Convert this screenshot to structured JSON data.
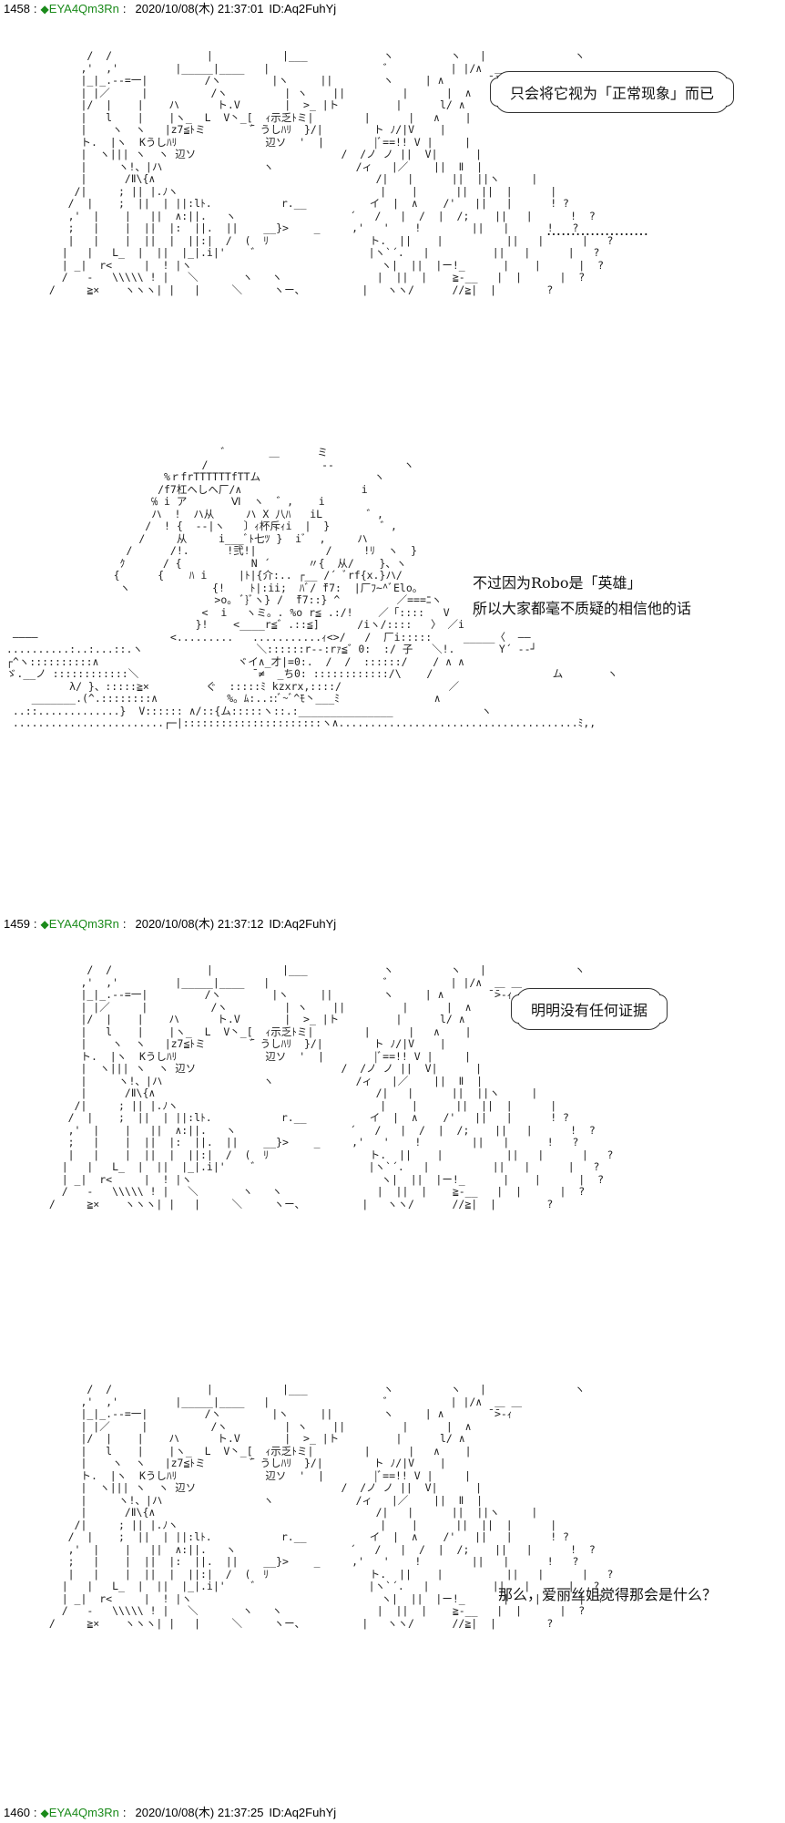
{
  "posts": [
    {
      "number": "1458",
      "name": "EYA4Qm3Rn",
      "date": "2020/10/08(木) 21:37:01",
      "id": "ID:Aq2FuhYj"
    },
    {
      "number": "1459",
      "name": "EYA4Qm3Rn",
      "date": "2020/10/08(木) 21:37:12",
      "id": "ID:Aq2FuhYj"
    },
    {
      "number": "1460",
      "name": "EYA4Qm3Rn",
      "date": "2020/10/08(木) 21:37:25",
      "id": "ID:Aq2FuhYj"
    }
  ],
  "separator": ":",
  "diamond": "◆",
  "dialogue": {
    "p1_bubble": "只会将它视为「正常现象」而已",
    "p1_ellipsis": "…………………",
    "p1_narration_line1": "不过因为Robo是「英雄」",
    "p1_narration_line2": "所以大家都毫不质疑的相信他的话",
    "p2_bubble": "明明没有任何证据",
    "p2_narration": "那么，爱丽丝姐觉得那会是什么？"
  },
  "ascii_art": {
    "figure_a": "        /  /               |           |___            ヽ         ヽ   |              ヽ\n       ,'  ,'         |_____|____   |                  ゛         | |/∧  ＿ ＿\n       |_|_.--=一|         /ヽ        |ヽ     ||        ヽ     | ∧       ̄ ̄>-ｨ\n       | |／     |          /ヽ         | ヽ    ||         |      |  ∧\n       |/  |    |    ハ      ト.V       |  >_ |ト         |      l/ ∧\n       |   l    |    |ヽ_  L  V丶_[  ｨ示乏ﾄミ|        |      |   ∧    |\n       |    ヽ  ヽ   |z7≦ﾄミ       ̄゛うしﾊﾘ  }/|        ト ﾉ/|V    |\n       ト.  |ヽ  Kうしﾊﾘ              辺ソ  '  |        |ﾞ==!! V |     |\n       |  ヽ||| ヽ  ヽ 辺ソ                       /  /ノ ノ ||  V|      |\n       |     ヽ!、|ハ                ヽ             /ィ   |／    ||  Ⅱ  |\n       |      /Ⅱ\\{∧                                   /|   |      ||  ||ヽ     |\n      /|     ; || |.ﾉヽ                                |    |      ||  ||  |      |\n     /  |    ;  ||  | ||:lﾄ.           r.__          イ  |  ∧    /'   ||   |      ! ?\n     ,'  |    |   ||  ∧:||.   ヽ                  ´   /   |  /  |  /;    ||   |      !  ?\n     ;   |    |  ||  |:  ||.  ||    __}>    _     ,'   '    !        ||   |      !   ?\n     |   |    |  ||  |  ||:|  /  (  ﾘ                ト.  ||    |          ||   |      |   ?\n    |   |   L_  |  ||  |_|.i|'    ゛                 |ヽ`´.   |          ||   |      |   ?\n    | _|  r<     |  ! |ヽ                              ヽ|  ||  |ー!_      |    |      |  ?\n    /   -   \\\\\\\\\\ ! |   ＼       ヽ   ヽ               |  ||  |    ≧-__   |  |      |  ?\n  /     ≧×    ヽヽヽ| |   |     ＼     ヽー、         |   ヽヽ/      //≧|  |        ?",
    "figure_b": "                                   ゛      ＿      ミ\n                                /                  --           ヽ\n                          %ｒfrTTTTTTfTTム                  ヽ\n                         /f7杠ヘしヘ厂/∧                   i\n                        ℅ i ア       Ⅵ  ヽ  ゛,    i\n                        ハ  !  ハ从     ハ X 八ﾊ   iL       ゛,\n                       /  ! {  --|ヽ   〕ｨ杯斥ｨi  |  }        ゛,\n                      /     从     i___ﾞﾄ七ﾂ }  iﾞ  ,     ハ\n                    /      /!.      !弐!|           /     !ﾘ  ヽ  }\n                   ｸ      / {           N ´      〃{  从/    }、ヽ\n                  {      {    ﾊ i     |ﾄ|{介:.. ┌__ /´ ﾞrf{x.}ハ/\n                   ヽ             {!    ﾄ|:ii;  ﾊﾞ/ ̄f7:  |厂ﾌ~^ﾞElo。\n                                  >o。 ﾞ}ﾞヽ} /  ̄f7::} ^         ／===ﾆヽ\n                                <  i   ヽミ。. %o r≦ .:/!    ／「::::   V    〉\n                               }!    <____r≦゛.::≦]      /iヽ/::::   〉 ／i\n  ――――                     <.........   ...........ｨ<>/   /  厂i:::::     _____〈  ――\n ..........:..:...::.ヽ                  ＼::::::r--:rｧ≦゛0:  :/ 子   ＼!.       Y´ --┘\n ┌^ヽ::::::::::∧                      ヾイ∧_才|=0:.  /  /  ::::::/    / ∧ ∧\n ゞ.__ノ ::::::::::::＼                  ̄ ≠  _ち0: ::::::::::::/\\    /                   ム       ヽ\n           λ/ }、:::::≧×         ぐ  :::::ﾐ kzxrx,::::/                 ／          \n     _______.(^.::::::::∧           %。ﾑ:..::ﾞ~ﾞ^ﾓ丶___ﾐ               ∧\n  ..::.............}  V:::::: ∧/::{ム:::::ヽ::.:_______________              ヽ\n  ........................┌─|::::::::::::::::::::::ヽ∧......................................ﾐ,,"
  }
}
